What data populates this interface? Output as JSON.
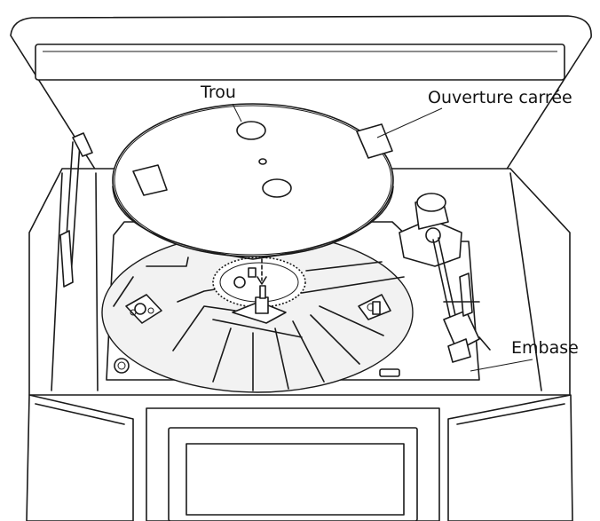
{
  "labels": {
    "hole": "Trou",
    "square_opening": "Ouverture carrée",
    "base": "Embase"
  },
  "colors": {
    "line": "#1a1a1a",
    "background": "#ffffff"
  }
}
